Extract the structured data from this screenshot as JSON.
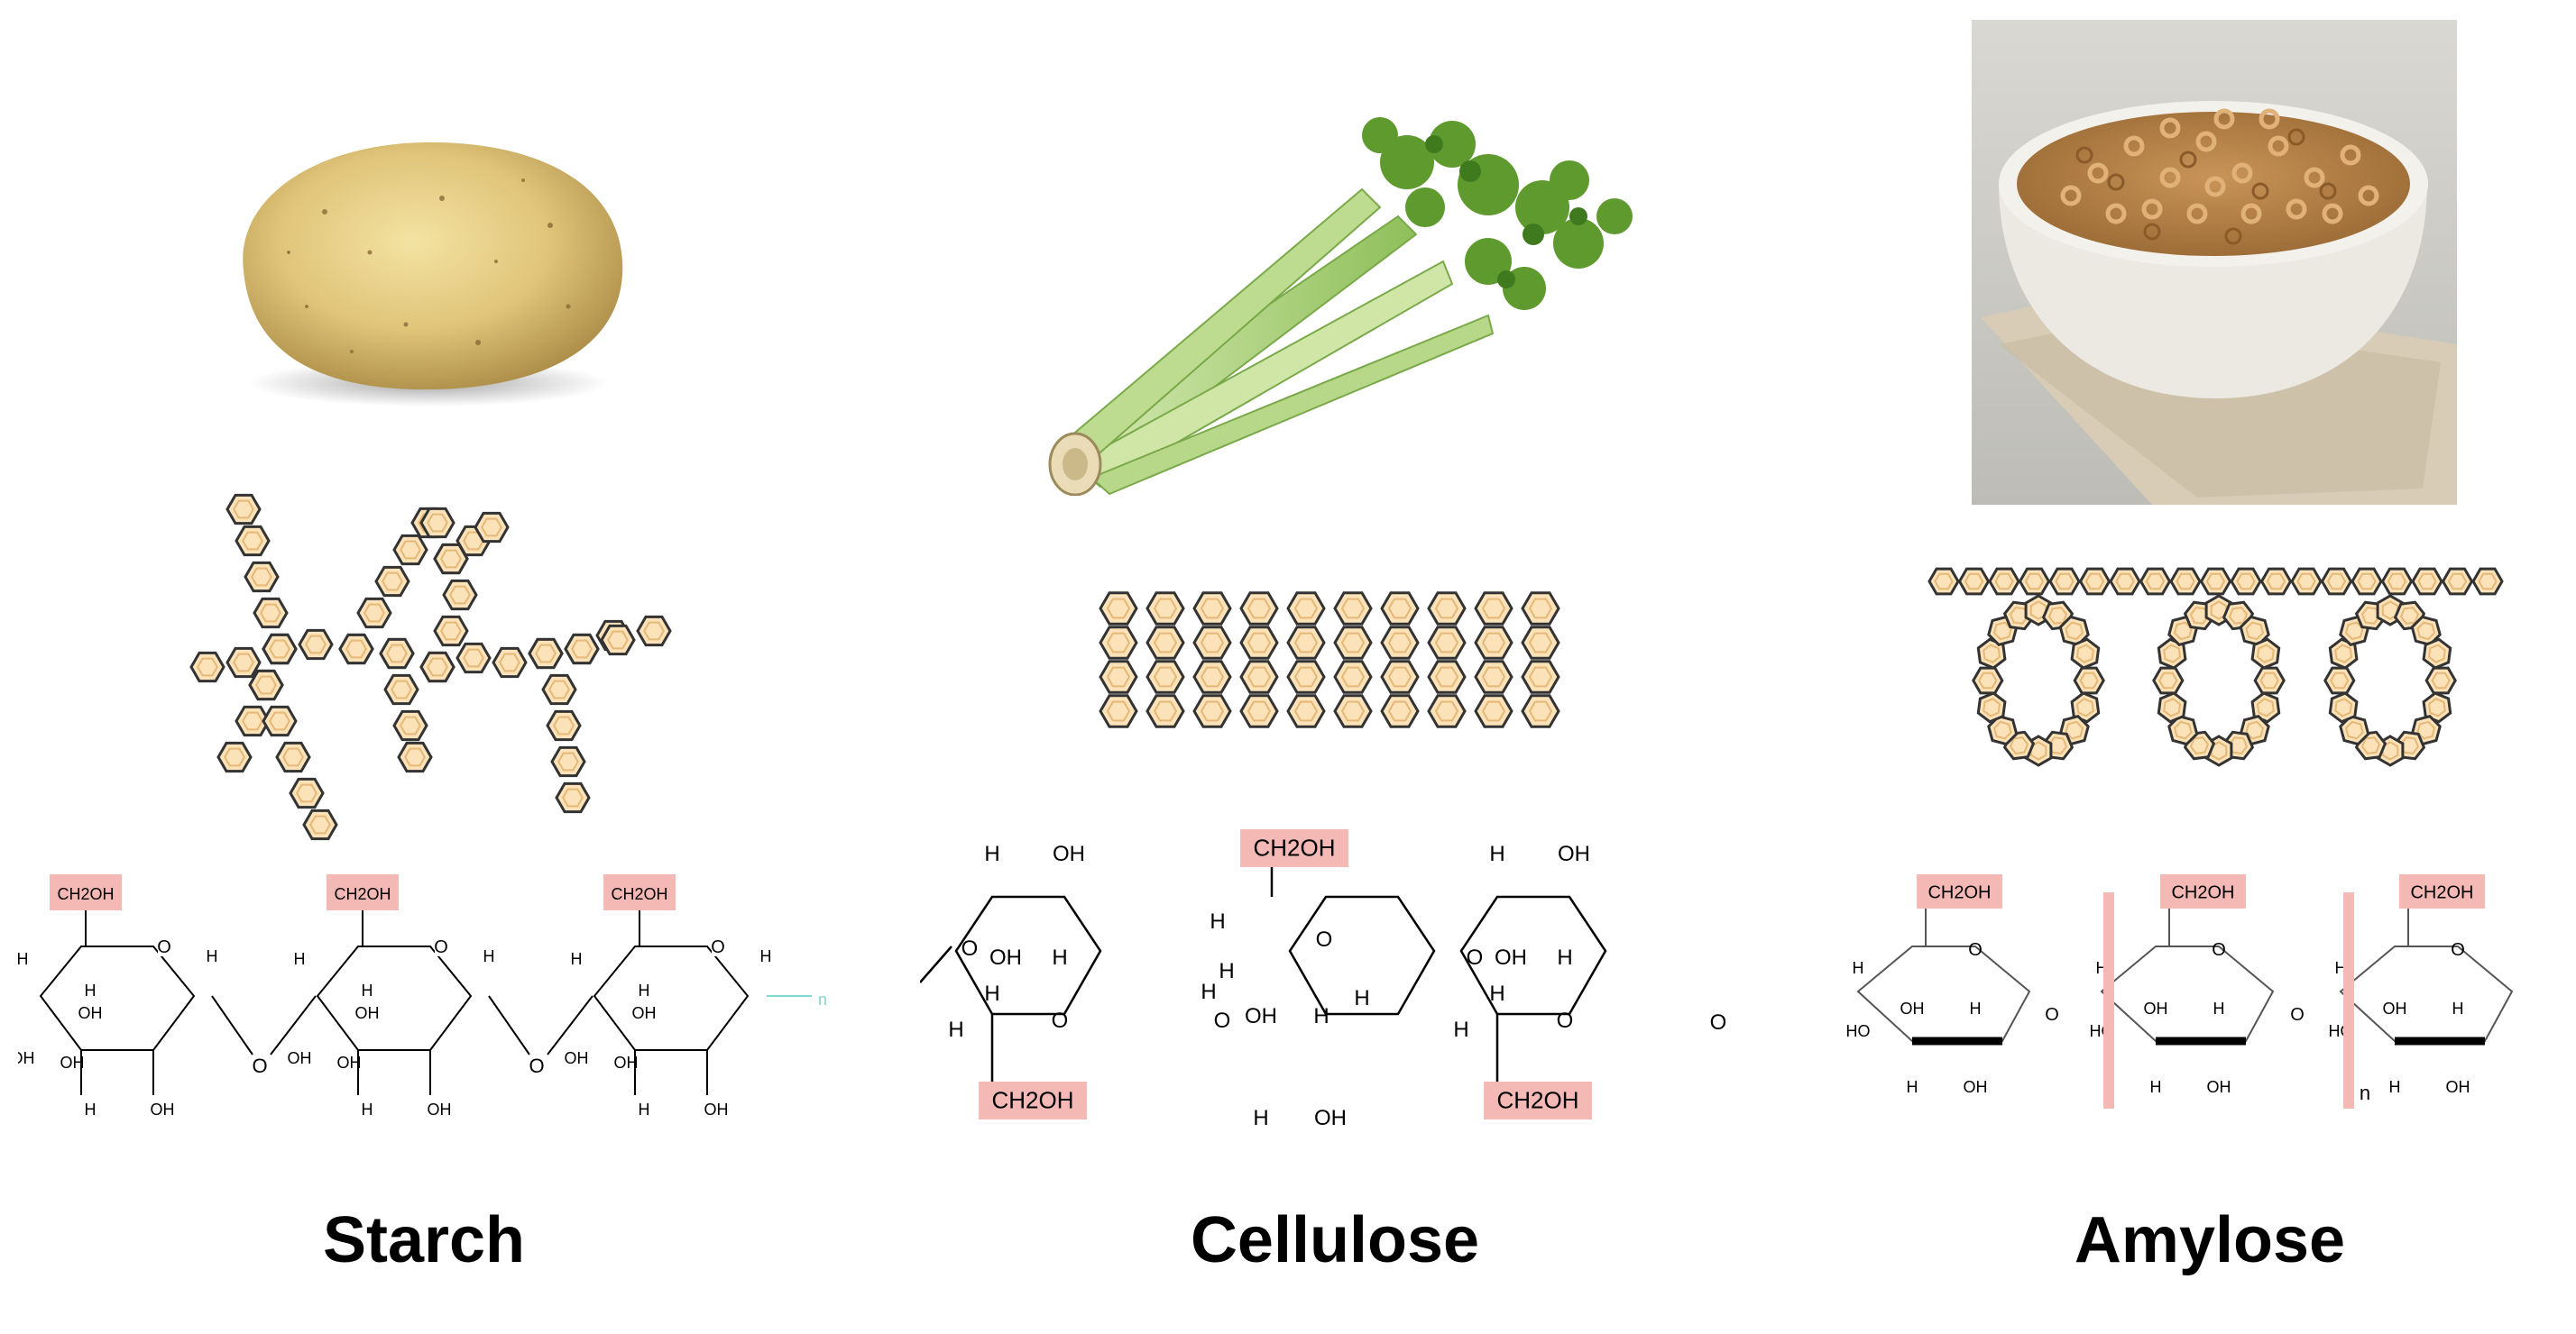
{
  "columns": [
    {
      "key": "starch",
      "title": "Starch",
      "photo": "potato",
      "structure_labels": {
        "group": "CH2OH",
        "oh": "OH",
        "h": "H",
        "o": "O",
        "n": "n"
      }
    },
    {
      "key": "cellulose",
      "title": "Cellulose",
      "photo": "celery",
      "structure_labels": {
        "group": "CH2OH",
        "oh": "OH",
        "h": "H",
        "o": "O"
      }
    },
    {
      "key": "amylose",
      "title": "Amylose",
      "photo": "cereal bowl",
      "structure_labels": {
        "group": "CH2OH",
        "oh": "OH",
        "ho": "HO",
        "h": "H",
        "o": "O",
        "n": "n"
      }
    }
  ],
  "colors": {
    "highlight": "#f4b9b5",
    "hexagon_fill": "#fbe2b8",
    "hexagon_stroke": "#333333",
    "text": "#000000"
  }
}
